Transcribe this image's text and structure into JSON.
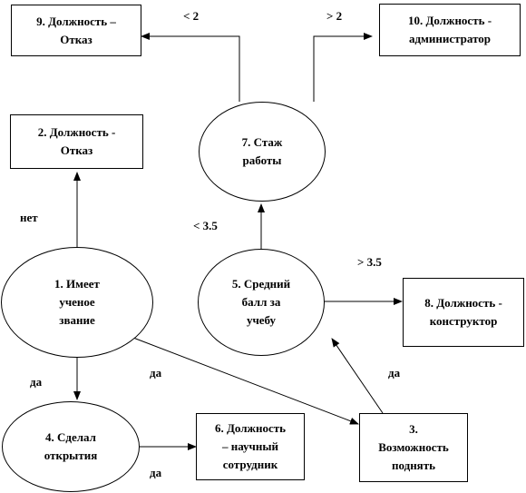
{
  "nodes": {
    "n9": [
      "9. Должность –",
      "Отказ"
    ],
    "n10": [
      "10. Должность -",
      "администратор"
    ],
    "n2": [
      "2. Должность -",
      "Отказ"
    ],
    "n7": [
      "7. Стаж",
      "работы"
    ],
    "n1": [
      "1. Имеет",
      "ученое",
      "звание"
    ],
    "n5": [
      "5. Средний",
      "балл за",
      "учебу"
    ],
    "n8": [
      "8. Должность -",
      "конструктор"
    ],
    "n4": [
      "4. Сделал",
      "открытия"
    ],
    "n6": [
      "6. Должность",
      "– научный",
      "сотрудник"
    ],
    "n3": [
      "3.",
      "Возможность",
      "поднять"
    ]
  },
  "edge_labels": {
    "lt2": "< 2",
    "gt2": "> 2",
    "net": "нет",
    "lt35": "< 3.5",
    "gt35": "> 3.5",
    "da_1_4": "да",
    "da_1_3": "да",
    "da_3_5": "да",
    "da_4_6": "да"
  }
}
